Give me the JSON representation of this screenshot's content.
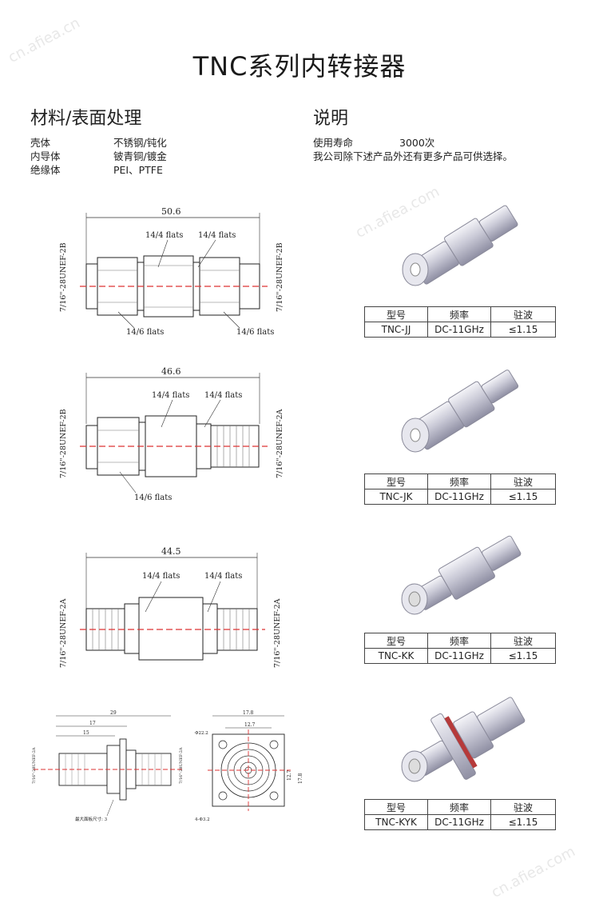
{
  "watermarks": [
    "cn.afiea.cn",
    "cn.afiea.com",
    "cn.afiea.com"
  ],
  "title": "TNC系列内转接器",
  "materials": {
    "heading": "材料/表面处理",
    "rows": [
      {
        "k": "壳体",
        "v": "不锈钢/钝化"
      },
      {
        "k": "内导体",
        "v": "铍青铜/镀金"
      },
      {
        "k": "绝缘体",
        "v": "PEI、PTFE"
      }
    ]
  },
  "description": {
    "heading": "说明",
    "life_label": "使用寿命",
    "life_value": "3000次",
    "note": "我公司除下述产品外还有更多产品可供选择。"
  },
  "drawings": [
    {
      "length": "50.6",
      "flats_top_a": "14/4 flats",
      "flats_top_b": "14/4 flats",
      "flats_bot_a": "14/6 flats",
      "flats_bot_b": "14/6 flats",
      "thread_left": "7/16\"-28UNEF-2B",
      "thread_right": "7/16\"-28UNEF-2B"
    },
    {
      "length": "46.6",
      "flats_top_a": "14/4 flats",
      "flats_top_b": "14/4 flats",
      "flats_bot_a": "14/6 flats",
      "thread_left": "7/16\"-28UNEF-2B",
      "thread_right": "7/16\"-28UNEF-2A"
    },
    {
      "length": "44.5",
      "flats_top_a": "14/4 flats",
      "flats_top_b": "14/4 flats",
      "thread_left": "7/16\"-28UNEF-2A",
      "thread_right": "7/16\"-28UNEF-2A"
    },
    {
      "length": "29",
      "sub1": "17",
      "sub2": "15",
      "front_w": "17.8",
      "front_inner": "12.7",
      "hole": "Φ22.2",
      "holes4": "4-Φ3.2",
      "front_h": "17.8",
      "front_hi": "12.7",
      "panel": "最大面板尺寸: 3",
      "thread_left": "7/16\"-28UNEF-2A",
      "thread_right": "7/16\"-28UNEF-2A"
    }
  ],
  "spec_header": {
    "model": "型号",
    "freq": "频率",
    "vswr": "驻波"
  },
  "products": [
    {
      "model": "TNC-JJ",
      "freq": "DC-11GHz",
      "vswr": "≤1.15"
    },
    {
      "model": "TNC-JK",
      "freq": "DC-11GHz",
      "vswr": "≤1.15"
    },
    {
      "model": "TNC-KK",
      "freq": "DC-11GHz",
      "vswr": "≤1.15"
    },
    {
      "model": "TNC-KYK",
      "freq": "DC-11GHz",
      "vswr": "≤1.15"
    }
  ]
}
